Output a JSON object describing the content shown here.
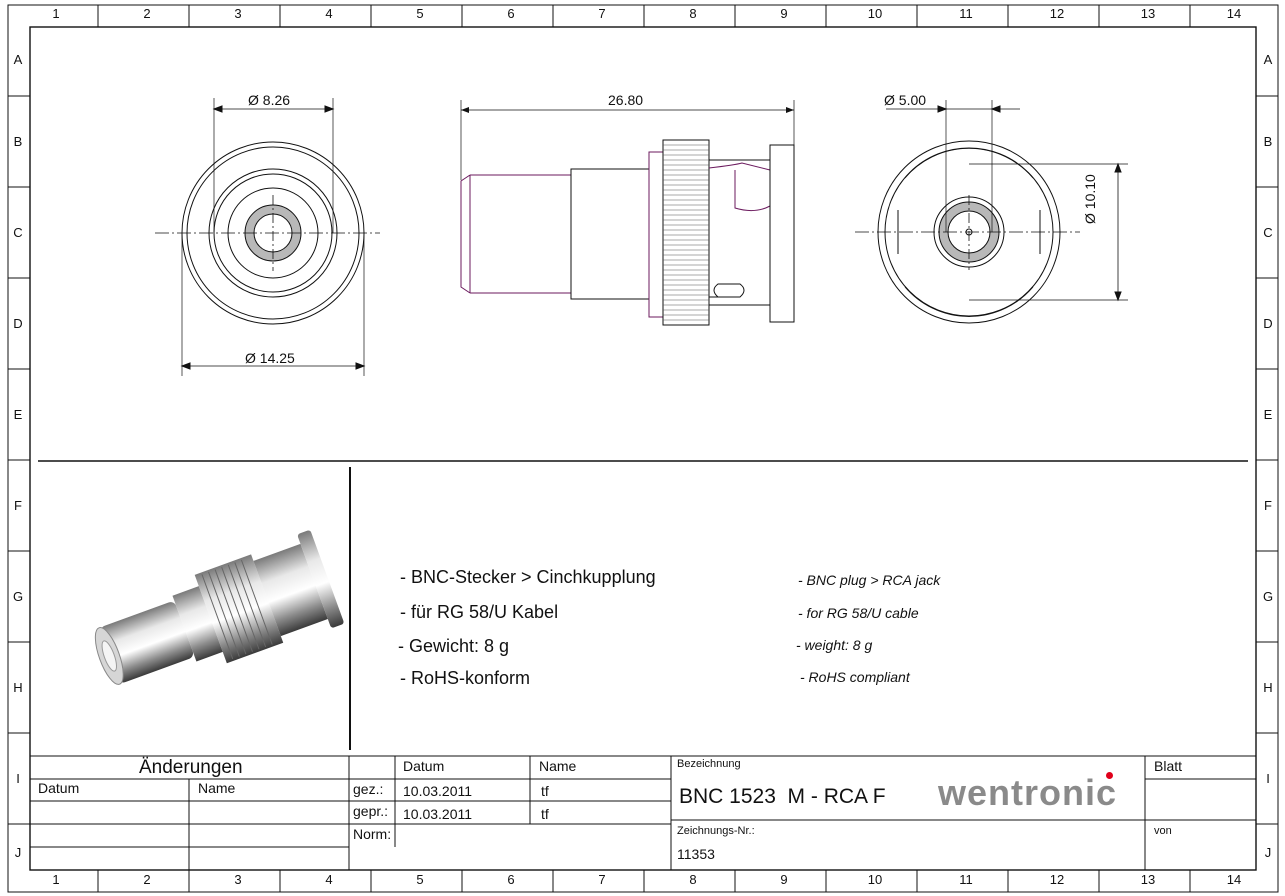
{
  "grid": {
    "columns": [
      "1",
      "2",
      "3",
      "4",
      "5",
      "6",
      "7",
      "8",
      "9",
      "10",
      "11",
      "12",
      "13",
      "14"
    ],
    "rows": [
      "A",
      "B",
      "C",
      "D",
      "E",
      "F",
      "G",
      "H",
      "I",
      "J"
    ]
  },
  "dimensions": {
    "front_inner": "Ø 8.26",
    "front_outer": "Ø 14.25",
    "side_length": "26.80",
    "back_inner": "Ø 5.00",
    "back_height": "Ø 10.10"
  },
  "features_de": [
    "- BNC-Stecker > Cinchkupplung",
    "- für RG 58/U Kabel",
    "- Gewicht: 8 g",
    "- RoHS-konform"
  ],
  "features_en": [
    "- BNC plug > RCA jack",
    "- for RG 58/U cable",
    "- weight: 8 g",
    "- RoHS compliant"
  ],
  "title_block": {
    "changes_header": "Änderungen",
    "col_date": "Datum",
    "col_name": "Name",
    "date_header": "Datum",
    "name_header": "Name",
    "drawn_label": "gez.:",
    "drawn_date": "10.03.2011",
    "drawn_name": "tf",
    "checked_label": "gepr.:",
    "checked_date": "10.03.2011",
    "checked_name": "tf",
    "norm_label": "Norm:",
    "designation_label": "Bezeichnung",
    "designation": "BNC 1523  M - RCA F",
    "drawing_no_label": "Zeichnungs-Nr.:",
    "drawing_no": "11353",
    "sheet_label": "Blatt",
    "of_label": "von",
    "brand": "wentronic"
  },
  "colors": {
    "line": "#111111",
    "sleeve_outline": "#6b1a5e",
    "insulator": "#b8b8b8",
    "brand_grey": "#8a8a8a",
    "brand_dot": "#e0001b"
  }
}
